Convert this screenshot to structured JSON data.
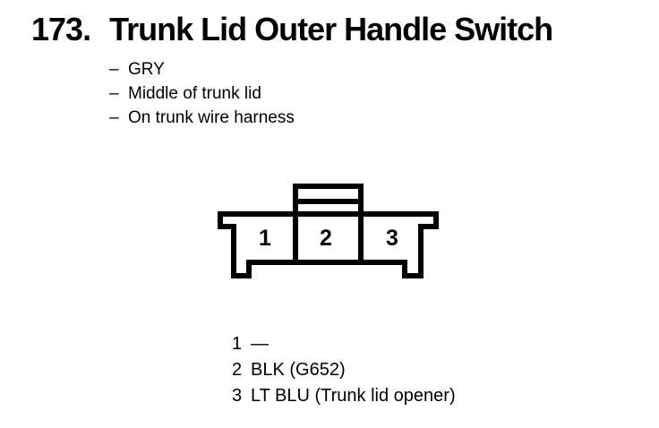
{
  "figure": {
    "number": "173.",
    "title": "Trunk Lid Outer Handle Switch"
  },
  "notes": [
    {
      "dash": "–",
      "text": "GRY"
    },
    {
      "dash": "–",
      "text": "Middle of trunk lid"
    },
    {
      "dash": "–",
      "text": "On trunk wire harness"
    }
  ],
  "connector": {
    "description": "3-cavity connector, front view, lock tab on top",
    "cavities": [
      "1",
      "2",
      "3"
    ]
  },
  "pinout": [
    {
      "pin": "1",
      "wire": "—"
    },
    {
      "pin": "2",
      "wire": "BLK (G652)"
    },
    {
      "pin": "3",
      "wire": "LT BLU (Trunk lid opener)"
    }
  ],
  "colors": {
    "ink": "#000000",
    "paper": "#ffffff"
  }
}
